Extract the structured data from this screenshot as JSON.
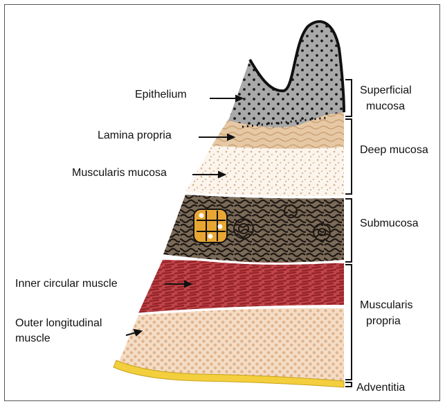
{
  "left_labels": {
    "epithelium": "Epithelium",
    "lamina_propria": "Lamina propria",
    "muscularis_mucosa": "Muscularis mucosa",
    "inner_circular": "Inner circular muscle",
    "outer_longitudinal_1": "Outer longitudinal",
    "outer_longitudinal_2": "muscle"
  },
  "right_labels": {
    "superficial_1": "Superficial",
    "superficial_2": "mucosa",
    "deep_mucosa": "Deep mucosa",
    "submucosa": "Submucosa",
    "muscularis_1": "Muscularis",
    "muscularis_2": "propria",
    "adventitia": "Adventitia"
  },
  "colors": {
    "epithelium": "#a9a9a9",
    "lamina_propria": "#e6c9a4",
    "muscularis_mucosa": "#fbf5ee",
    "submucosa": "#7a6a58",
    "inner_circular": "#c0454a",
    "outer_longitudinal": "#f4ddc6",
    "adventitia": "#f3cf3d",
    "outline": "#111111"
  }
}
